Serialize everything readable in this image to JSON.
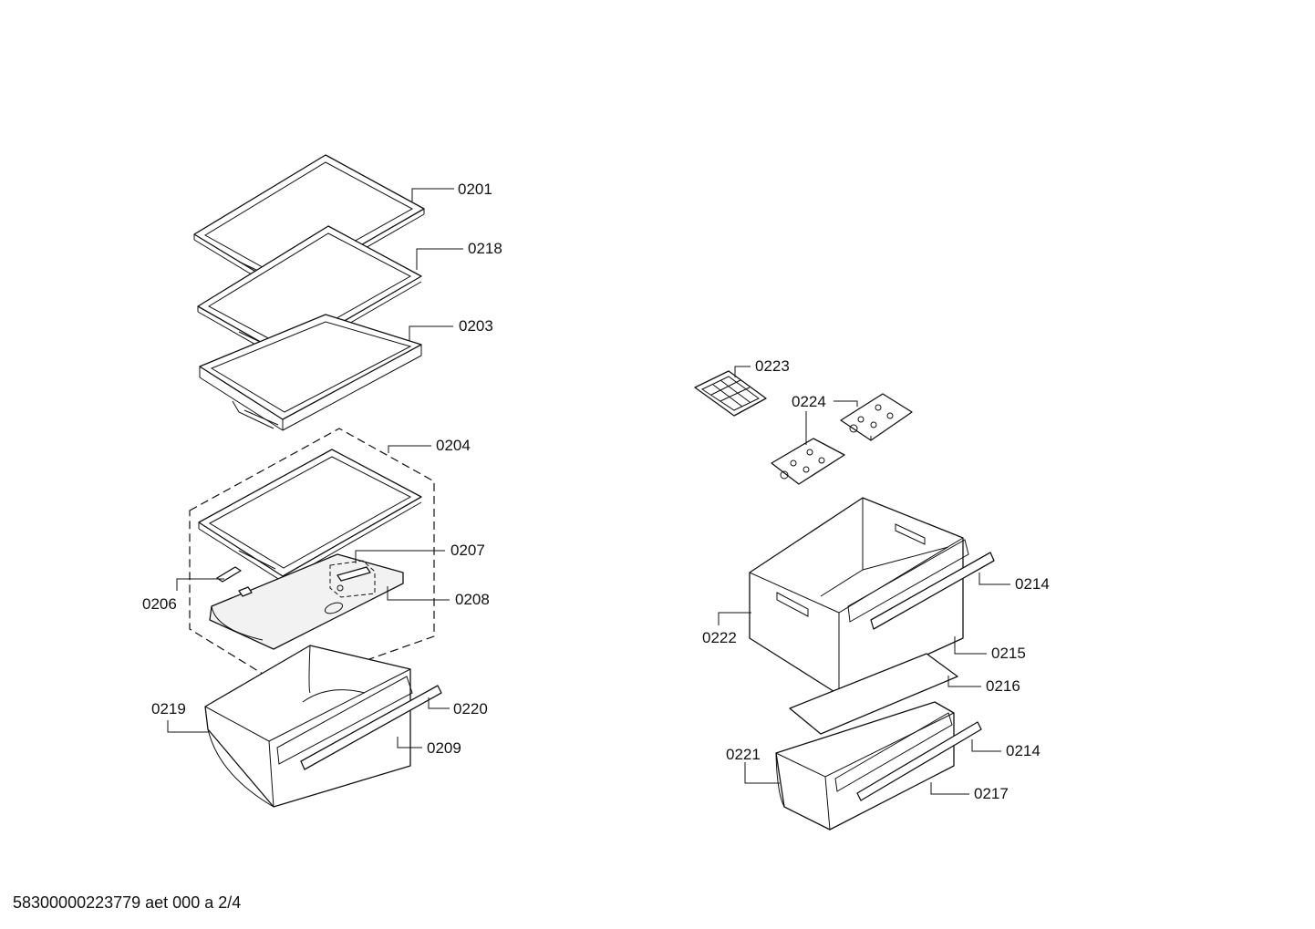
{
  "footer": {
    "document_code": "58300000223779 aet 000 a 2/4"
  },
  "callouts": {
    "p0201": "0201",
    "p0218": "0218",
    "p0203": "0203",
    "p0204": "0204",
    "p0207": "0207",
    "p0206": "0206",
    "p0208": "0208",
    "p0219": "0219",
    "p0220": "0220",
    "p0209": "0209",
    "p0223": "0223",
    "p0224": "0224",
    "p0214a": "0214",
    "p0222": "0222",
    "p0215": "0215",
    "p0216": "0216",
    "p0221": "0221",
    "p0214b": "0214",
    "p0217": "0217"
  }
}
